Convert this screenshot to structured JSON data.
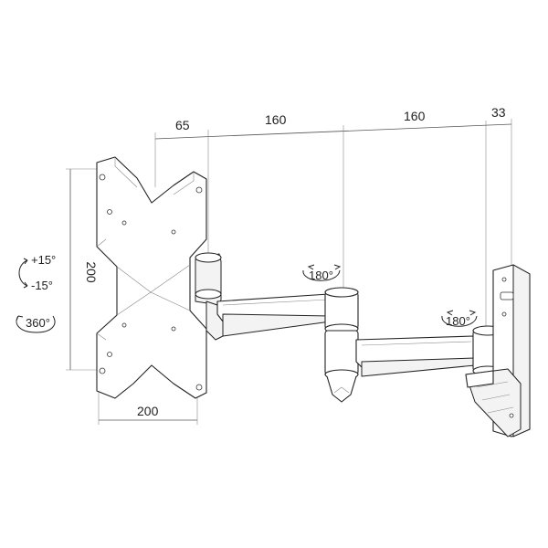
{
  "dimensions": {
    "top_65": "65",
    "top_160_a": "160",
    "top_160_b": "160",
    "top_33": "33",
    "vertical_200": "200",
    "bottom_200": "200"
  },
  "rotations": {
    "tilt_up": "+15°",
    "tilt_down": "-15°",
    "rotate_360": "360°",
    "swivel_mid": "180°",
    "swivel_wall": "180°"
  },
  "colors": {
    "line": "#222222",
    "dimension": "#555555",
    "background": "#ffffff"
  }
}
